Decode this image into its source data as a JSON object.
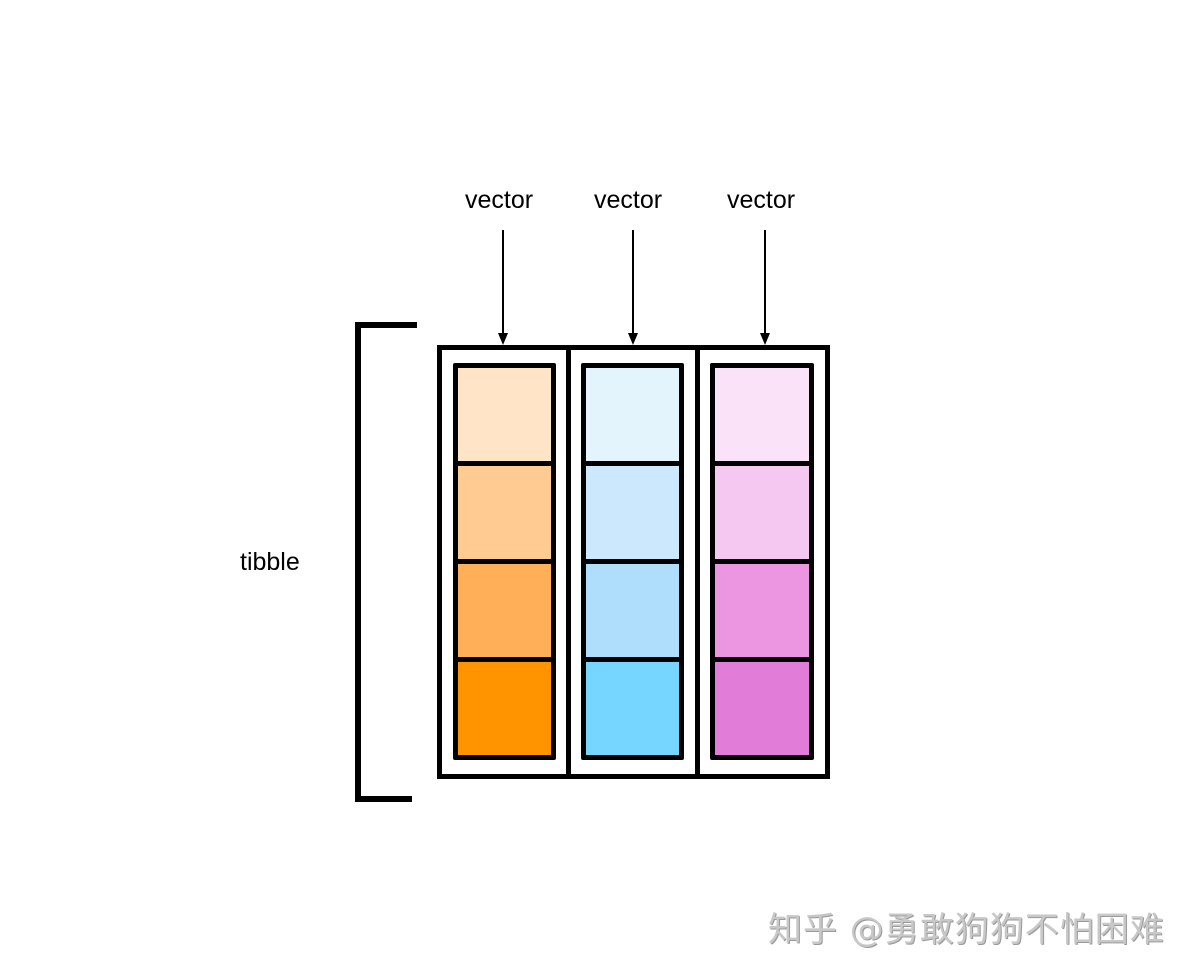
{
  "diagram": {
    "container_label": "tibble",
    "columns": [
      {
        "label": "vector",
        "cells": [
          "#FFE4C7",
          "#FFCB92",
          "#FFAF57",
          "#FF9300"
        ]
      },
      {
        "label": "vector",
        "cells": [
          "#E3F4FD",
          "#CCE8FC",
          "#AEDEFB",
          "#76D6FF"
        ]
      },
      {
        "label": "vector",
        "cells": [
          "#FAE2F8",
          "#F5C8F2",
          "#EC95E0",
          "#E17CD8"
        ]
      }
    ]
  },
  "watermark": "知乎 @勇敢狗狗不怕困难"
}
